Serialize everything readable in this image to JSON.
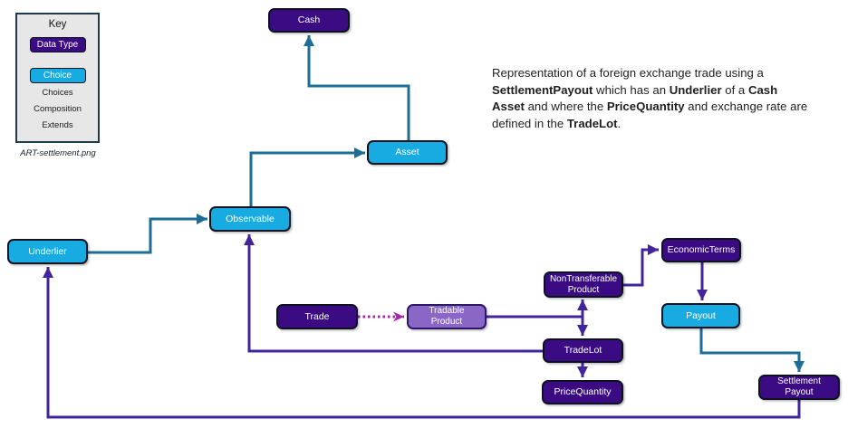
{
  "colors": {
    "data_type_fill": "#3a0b82",
    "choice_fill": "#18abe2",
    "tradable_fill": "#8a67c6",
    "choices_arrow": "#1d6d96",
    "composition_arrow": "#44249c",
    "extends_arrow": "#a822aa",
    "legend_bg": "#e8e7e7",
    "legend_border": "#1e3a4f"
  },
  "legend": {
    "title": "Key",
    "data_type_label": "Data Type",
    "choice_label": "Choice",
    "choices_label": "Choices",
    "composition_label": "Composition",
    "extends_label": "Extends",
    "caption": "ART-settlement.png"
  },
  "description": {
    "segments": [
      {
        "text": "Representation of a foreign exchange trade using a ",
        "bold": false
      },
      {
        "text": "SettlementPayout",
        "bold": true
      },
      {
        "text": " which has an ",
        "bold": false
      },
      {
        "text": "Underlier",
        "bold": true
      },
      {
        "text": " of a ",
        "bold": false
      },
      {
        "text": "Cash Asset",
        "bold": true
      },
      {
        "text": " and where the ",
        "bold": false
      },
      {
        "text": "PriceQuantity",
        "bold": true
      },
      {
        "text": " and exchange rate are defined in the ",
        "bold": false
      },
      {
        "text": "TradeLot",
        "bold": true
      },
      {
        "text": ".",
        "bold": false
      }
    ]
  },
  "nodes": {
    "cash": {
      "label": "Cash",
      "kind": "data-type"
    },
    "asset": {
      "label": "Asset",
      "kind": "choice"
    },
    "observable": {
      "label": "Observable",
      "kind": "choice"
    },
    "underlier": {
      "label": "Underlier",
      "kind": "choice"
    },
    "trade": {
      "label": "Trade",
      "kind": "data-type"
    },
    "tradable_product": {
      "label": "Tradable\nProduct",
      "kind": "abstract-product"
    },
    "non_transferable_product": {
      "label": "NonTransferable\nProduct",
      "kind": "data-type"
    },
    "economic_terms": {
      "label": "EconomicTerms",
      "kind": "data-type"
    },
    "trade_lot": {
      "label": "TradeLot",
      "kind": "data-type"
    },
    "price_quantity": {
      "label": "PriceQuantity",
      "kind": "data-type"
    },
    "payout": {
      "label": "Payout",
      "kind": "choice"
    },
    "settlement_payout": {
      "label": "Settlement\nPayout",
      "kind": "data-type"
    }
  },
  "edges": [
    {
      "from": "Asset",
      "to": "Cash",
      "type": "choices"
    },
    {
      "from": "Observable",
      "to": "Asset",
      "type": "choices"
    },
    {
      "from": "Underlier",
      "to": "Observable",
      "type": "choices"
    },
    {
      "from": "SettlementPayout",
      "to": "Underlier",
      "type": "composition"
    },
    {
      "from": "TradeLot",
      "to": "Observable",
      "type": "composition"
    },
    {
      "from": "Trade",
      "to": "TradableProduct",
      "type": "extends"
    },
    {
      "from": "TradableProduct",
      "to": "NonTransferableProduct",
      "type": "composition"
    },
    {
      "from": "TradableProduct",
      "to": "TradeLot",
      "type": "composition"
    },
    {
      "from": "NonTransferableProduct",
      "to": "EconomicTerms",
      "type": "composition"
    },
    {
      "from": "EconomicTerms",
      "to": "Payout",
      "type": "composition"
    },
    {
      "from": "TradeLot",
      "to": "PriceQuantity",
      "type": "composition"
    },
    {
      "from": "Payout",
      "to": "SettlementPayout",
      "type": "choices"
    }
  ]
}
